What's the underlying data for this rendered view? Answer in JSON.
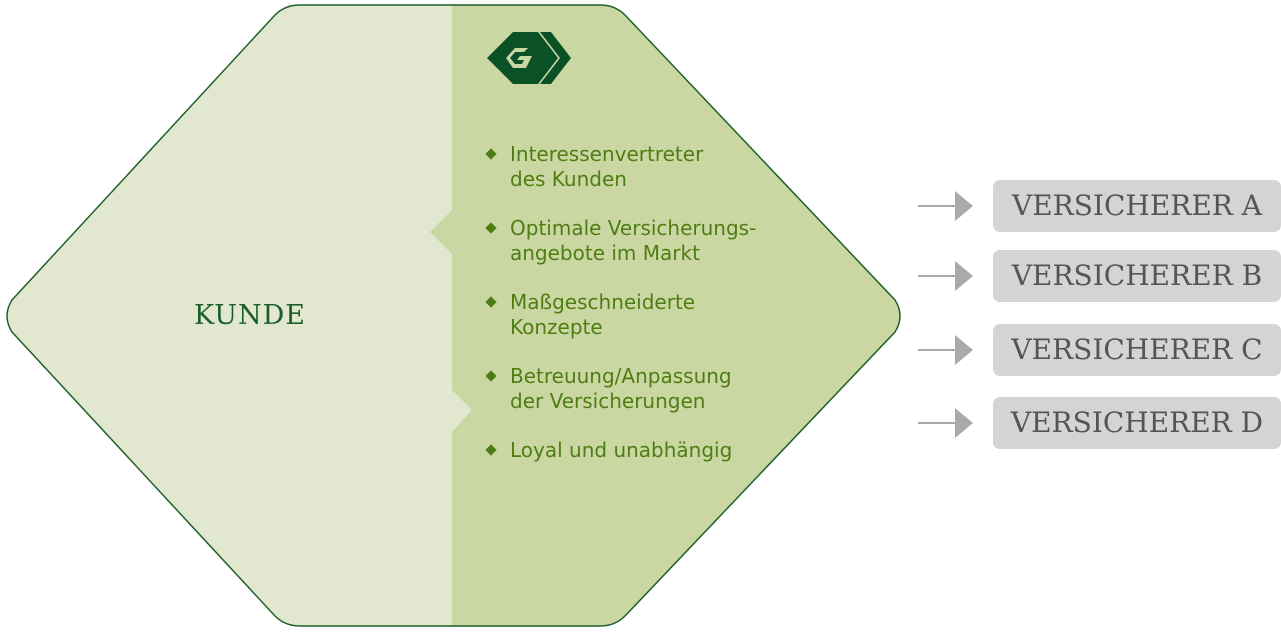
{
  "customer_label": "KUNDE",
  "logo_name": "G-chevron-logo",
  "benefits": [
    {
      "line1": "Interessenvertreter",
      "line2": "des Kunden"
    },
    {
      "line1": "Optimale Versicherungs-",
      "line2": "angebote im Markt"
    },
    {
      "line1": "Maßgeschneiderte",
      "line2": "Konzepte"
    },
    {
      "line1": "Betreuung/Anpassung",
      "line2": "der Versicherungen"
    },
    {
      "line1": "Loyal und unabhängig",
      "line2": ""
    }
  ],
  "insurers": [
    "VERSICHERER A",
    "VERSICHERER B",
    "VERSICHERER C",
    "VERSICHERER D"
  ],
  "colors": {
    "light": "#e2e8cf",
    "dark": "#cbd7a3",
    "border": "#1f5f2a",
    "text": "#4e7d12",
    "box": "#d4d4d4"
  }
}
